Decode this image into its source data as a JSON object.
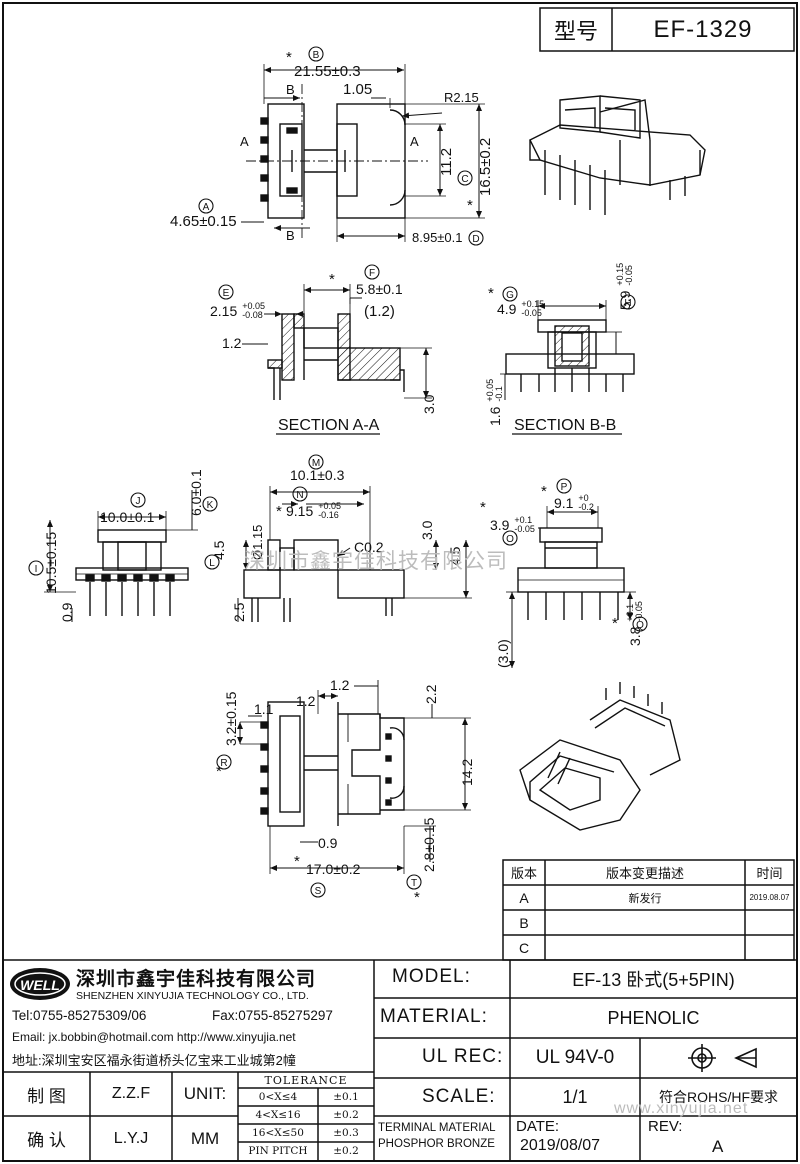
{
  "title_block": {
    "model_label": "型号",
    "model_no": "EF-1329"
  },
  "dims": {
    "B_width": "21.55±0.3",
    "c1_05": "1.05",
    "r215": "R2.15",
    "h112": "11.2",
    "C_height": "16.5±0.2",
    "A_dim": "4.65±0.15",
    "D_dim": "8.95±0.1",
    "E_dim_main": "2.15",
    "E_dim_up": "+0.05",
    "E_dim_lo": "-0.08",
    "F_dim": "5.8±0.1",
    "d12_paren": "(1.2)",
    "d12": "1.2",
    "d30": "3.0",
    "section_aa": "SECTION A-A",
    "G_dim_main": "4.9",
    "G_dim_up": "+0.15",
    "G_dim_lo": "-0.05",
    "H_dim_main": "5.9",
    "H_dim_up": "+0.15",
    "H_dim_lo": "-0.05",
    "d16_main": "1.6",
    "d16_up": "+0.05",
    "d16_lo": "-0.1",
    "section_bb": "SECTION B-B",
    "M_dim": "10.1±0.3",
    "N_dim_main": "9.15",
    "N_dim_up": "+0.05",
    "N_dim_lo": "-0.16",
    "c02": "C0.2",
    "phi115": "Ø1.15",
    "d45a": "4.5",
    "d25": "2.5",
    "d30b": "3.0",
    "d45b": "4.5",
    "J_dim": "10.0±0.1",
    "K_dim": "6.0±0.1",
    "I_dim": "10.5±0.15",
    "d09a": "0.9",
    "O_dim_main": "3.9",
    "O_dim_up": "+0.1",
    "O_dim_lo": "-0.05",
    "P_dim_main": "9.1",
    "P_dim_up": "+0",
    "P_dim_lo": "-0.2",
    "Q_dim_main": "3.8",
    "Q_dim_up": "+0.1",
    "Q_dim_lo": "-0.05",
    "d30_paren": "(3.0)",
    "d12b": "1.2",
    "d12c": "1.2",
    "d11": "1.1",
    "R_dim": "3.2±0.15",
    "d22": "2.2",
    "d142": "14.2",
    "d09b": "0.9",
    "S_dim": "17.0±0.2",
    "T_dim": "2.8±0.15"
  },
  "circle_letters": {
    "A": "A",
    "B": "B",
    "C": "C",
    "D": "D",
    "E": "E",
    "F": "F",
    "G": "G",
    "H": "H",
    "I": "I",
    "J": "J",
    "K": "K",
    "L": "L",
    "M": "M",
    "N": "N",
    "O": "O",
    "P": "P",
    "Q": "Q",
    "R": "R",
    "S": "S",
    "T": "T"
  },
  "section_marks": {
    "A": "A",
    "B": "B"
  },
  "star": "*",
  "revision": {
    "col_version": "版本",
    "col_desc": "版本变更描述",
    "col_time": "时间",
    "rows": [
      {
        "ver": "A",
        "desc": "新发行",
        "time": "2019.08.07"
      },
      {
        "ver": "B",
        "desc": "",
        "time": ""
      },
      {
        "ver": "C",
        "desc": "",
        "time": ""
      }
    ]
  },
  "company": {
    "logo": "WELL",
    "name_cn": "深圳市鑫宇佳科技有限公司",
    "name_en": "SHENZHEN XINYUJIA TECHNOLOGY CO., LTD.",
    "tel": "Tel:0755-85275309/06",
    "fax": "Fax:0755-85275297",
    "email": "Email: jx.bobbin@hotmail.com http://www.xinyujia.net",
    "address": "地址:深圳宝安区福永街道桥头亿宝来工业城第2幢"
  },
  "staff": {
    "draw_label": "制 图",
    "draw_name": "Z.Z.F",
    "check_label": "确 认",
    "check_name": "L.Y.J",
    "unit_label": "UNIT:",
    "unit_value": "MM"
  },
  "tolerance": {
    "header": "TOLERANCE",
    "rows": [
      {
        "range": "0<X≤4",
        "tol": "±0.1"
      },
      {
        "range": "4<X≤16",
        "tol": "±0.2"
      },
      {
        "range": "16<X≤50",
        "tol": "±0.3"
      },
      {
        "range": "PIN PITCH",
        "tol": "±0.2"
      }
    ]
  },
  "specs": {
    "model_label": "MODEL:",
    "model_value": "EF-13 卧式(5+5PIN)",
    "material_label": "MATERIAL:",
    "material_value": "PHENOLIC",
    "ulrec_label": "UL REC:",
    "ulrec_value": "UL 94V-0",
    "scale_label": "SCALE:",
    "scale_value": "1/1",
    "rohs": "符合ROHS/HF要求",
    "terminal_1": "TERMINAL MATERIAL",
    "terminal_2": "PHOSPHOR BRONZE",
    "date_label": "DATE:",
    "date_value": "2019/08/07",
    "rev_label": "REV:",
    "rev_value": "A"
  },
  "watermark_1": "深圳市鑫宇佳科技有限公司",
  "watermark_2": "www.xinyujia.net",
  "colors": {
    "line": "#111111",
    "watermark": "#bcbcbc"
  }
}
